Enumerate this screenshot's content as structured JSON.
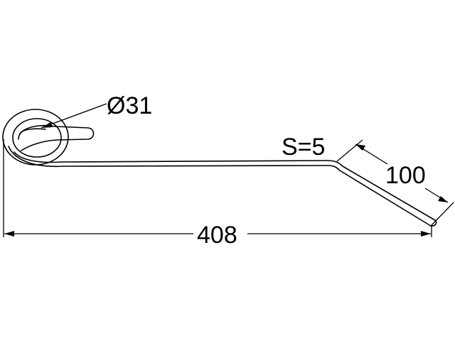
{
  "drawing": {
    "part": "tine",
    "labels": {
      "diameter": "Ø31",
      "thickness": "S=5",
      "bend_length": "100",
      "overall_length": "408"
    },
    "dimensions": {
      "diameter": 31,
      "thickness": 5,
      "bend_length": 100,
      "overall_length": 408
    },
    "colors": {
      "line": "#000000",
      "background": "#ffffff"
    }
  }
}
